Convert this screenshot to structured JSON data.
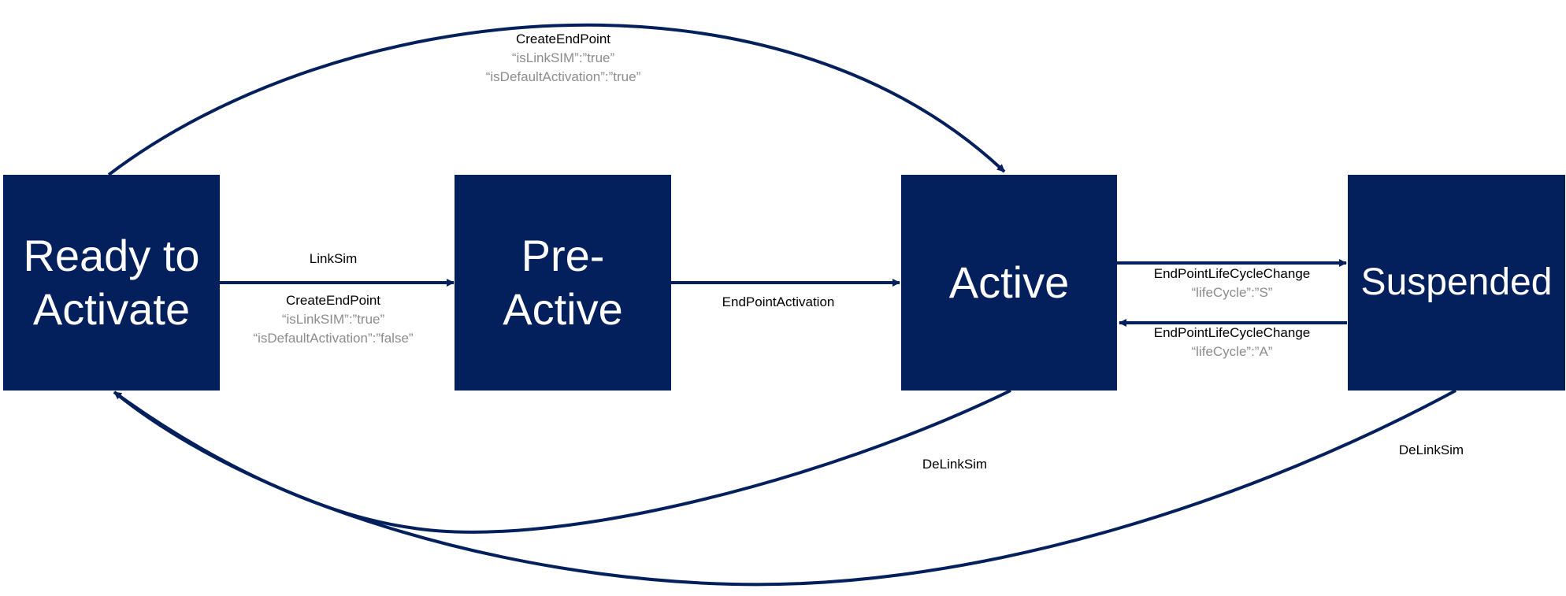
{
  "colors": {
    "state_fill": "#031f5c",
    "arrow": "#031f5c",
    "event_text": "#000000",
    "param_text": "#8c8c8c"
  },
  "states": {
    "ready": {
      "line1": "Ready to",
      "line2": "Activate"
    },
    "preactive": {
      "line1": "Pre-",
      "line2": "Active"
    },
    "active": {
      "label": "Active"
    },
    "suspended": {
      "label": "Suspended"
    }
  },
  "transitions": {
    "top_create": {
      "event": "CreateEndPoint",
      "param1": "“isLinkSIM”:”true”",
      "param2": "“isDefaultActivation”:”true”"
    },
    "linksim": {
      "event": "LinkSim"
    },
    "create_false": {
      "event": "CreateEndPoint",
      "param1": "“isLinkSIM”:”true”",
      "param2": "“isDefaultActivation”:”false”"
    },
    "activation": {
      "event": "EndPointActivation"
    },
    "to_suspended": {
      "event": "EndPointLifeCycleChange",
      "param": "“lifeCycle”:”S”"
    },
    "to_active": {
      "event": "EndPointLifeCycleChange",
      "param": "“lifeCycle”:”A”"
    },
    "delink_active": {
      "event": "DeLinkSim"
    },
    "delink_suspended": {
      "event": "DeLinkSim"
    }
  }
}
